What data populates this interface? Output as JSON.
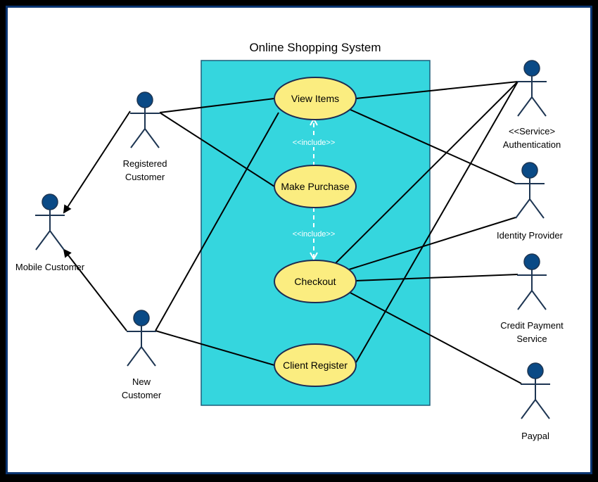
{
  "colors": {
    "outer_border": "#0a3470",
    "system_fill": "#35d6de",
    "system_stroke": "#1d5f7a",
    "usecase_fill": "#fbed80",
    "usecase_stroke": "#1d2c52",
    "actor_head": "#0a4a86",
    "actor_stroke": "#1d3552",
    "include_arrow": "#ffffff"
  },
  "system": {
    "title": "Online Shopping System"
  },
  "use_cases": {
    "view_items": "View Items",
    "make_purchase": "Make Purchase",
    "checkout": "Checkout",
    "client_register": "Client Register"
  },
  "includes": {
    "view_to_purchase": "<<include>>",
    "purchase_to_checkout": "<<include>>"
  },
  "actors": {
    "registered_customer": [
      "Registered",
      "Customer"
    ],
    "mobile_customer": [
      "Mobile Customer"
    ],
    "new_customer": [
      "New",
      "Customer"
    ],
    "authentication": [
      "<<Service>",
      "Authentication"
    ],
    "identity_provider": [
      "Identity Provider"
    ],
    "credit_payment": [
      "Credit Payment",
      "Service"
    ],
    "paypal": [
      "Paypal"
    ]
  }
}
